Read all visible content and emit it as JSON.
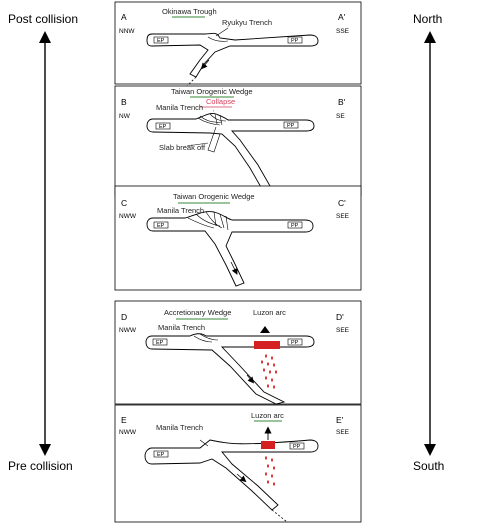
{
  "left_axis": {
    "top_label": "Post collision",
    "bottom_label": "Pre collision"
  },
  "right_axis": {
    "top_label": "North",
    "bottom_label": "South"
  },
  "panels": [
    {
      "left": "A",
      "right": "A'",
      "left_dir": "NNW",
      "right_dir": "SSE",
      "features": [
        "Okinawa Trough",
        "Ryukyu Trench"
      ],
      "plates": [
        "EP",
        "PP"
      ]
    },
    {
      "left": "B",
      "right": "B'",
      "left_dir": "NW",
      "right_dir": "SE",
      "features": [
        "Taiwan Orogenic Wedge",
        "Collapse",
        "Manila Trench",
        "Slab break off"
      ],
      "plates": [
        "EP",
        "PP"
      ]
    },
    {
      "left": "C",
      "right": "C'",
      "left_dir": "NWW",
      "right_dir": "SEE",
      "features": [
        "Taiwan Orogenic Wedge",
        "Manila Trench"
      ],
      "plates": [
        "EP",
        "PP"
      ]
    },
    {
      "left": "D",
      "right": "D'",
      "left_dir": "NWW",
      "right_dir": "SEE",
      "features": [
        "Accretionary Wedge",
        "Luzon arc",
        "Manila Trench"
      ],
      "plates": [
        "EP",
        "PP"
      ]
    },
    {
      "left": "E",
      "right": "E'",
      "left_dir": "NWW",
      "right_dir": "SEE",
      "features": [
        "Manila Trench",
        "Luzon arc"
      ],
      "plates": [
        "EP",
        "PP"
      ]
    }
  ],
  "colors": {
    "collapse": "#d43f5e",
    "green_line": "#3a8a3a",
    "magma": "#d42020"
  }
}
